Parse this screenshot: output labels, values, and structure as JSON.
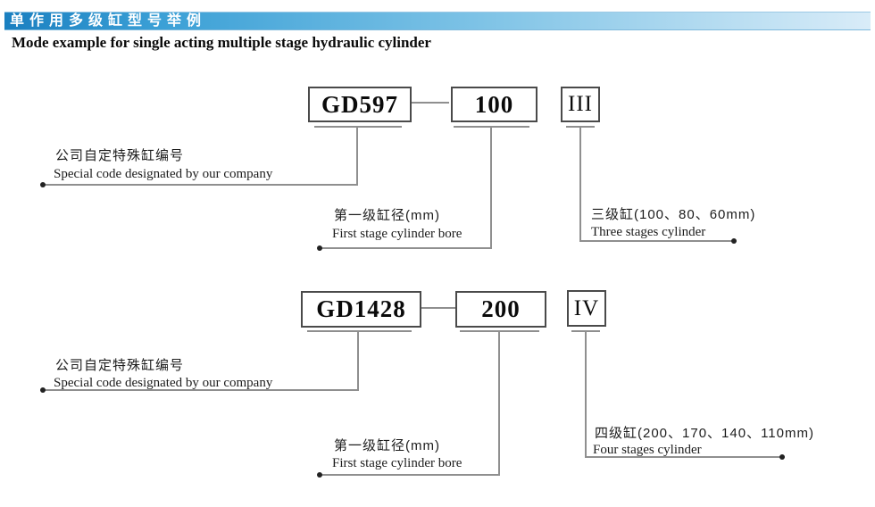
{
  "header": {
    "title_zh": "单作用多级缸型号举例",
    "subtitle_en": "Mode example for single acting multiple stage hydraulic cylinder"
  },
  "colors": {
    "header_bar_start": "#1a7fc0",
    "header_bar_end": "#d9ecf8",
    "header_text": "#ffffff",
    "line_gray": "#8f8f8f",
    "box_border": "#4a4a4a",
    "text": "#111111"
  },
  "diagrams": [
    {
      "code": "GD597",
      "bore": "100",
      "stages": "III",
      "labels": {
        "code_zh": "公司自定特殊缸编号",
        "code_en": "Special code designated by our company",
        "bore_zh": "第一级缸径(mm)",
        "bore_en": "First stage cylinder bore",
        "stages_zh": "三级缸(100、80、60mm)",
        "stages_en": "Three stages cylinder"
      }
    },
    {
      "code": "GD1428",
      "bore": "200",
      "stages": "IV",
      "labels": {
        "code_zh": "公司自定特殊缸编号",
        "code_en": "Special code designated by our company",
        "bore_zh": "第一级缸径(mm)",
        "bore_en": "First stage cylinder bore",
        "stages_zh": "四级缸(200、170、140、110mm)",
        "stages_en": "Four stages cylinder"
      }
    }
  ]
}
